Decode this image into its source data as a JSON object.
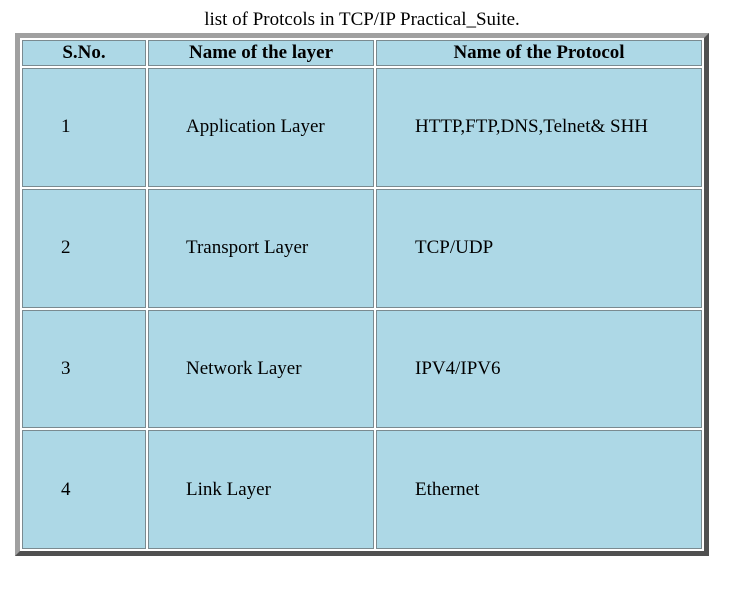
{
  "caption": "list of Protcols in TCP/IP Practical_Suite.",
  "table": {
    "headers": [
      "S.No.",
      "Name of the layer",
      "Name of the Protocol"
    ],
    "rows": [
      [
        "1",
        "Application Layer",
        "HTTP,FTP,DNS,Telnet& SHH"
      ],
      [
        "2",
        "Transport Layer",
        "TCP/UDP"
      ],
      [
        "3",
        "Network Layer",
        "IPV4/IPV6"
      ],
      [
        "4",
        "Link Layer",
        "Ethernet"
      ]
    ]
  },
  "colors": {
    "cell_background": "#add8e6",
    "frame_light": "#a0a0a0",
    "frame_dark": "#505050",
    "page_background": "#ffffff"
  }
}
